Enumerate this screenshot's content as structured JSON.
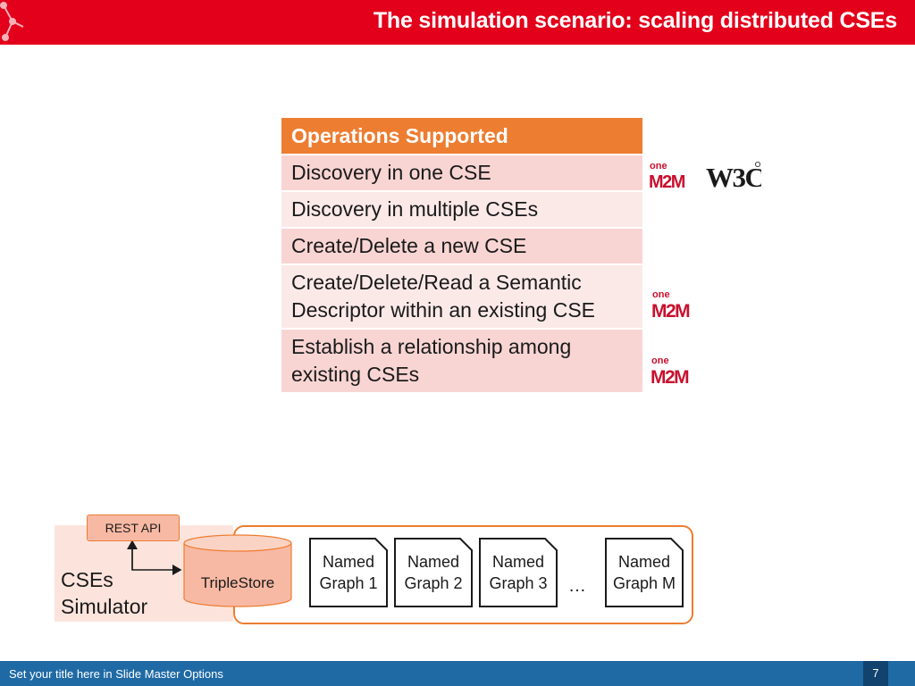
{
  "header": {
    "title": "The simulation scenario: scaling distributed CSEs"
  },
  "table": {
    "header": "Operations Supported",
    "rows": [
      {
        "line1": "Discovery in one CSE",
        "line2": "",
        "logos": [
          "onem2m-logo",
          "w3c-logo"
        ]
      },
      {
        "line1": "Discovery in multiple CSEs",
        "line2": "",
        "logos": []
      },
      {
        "line1": "Create/Delete a new CSE",
        "line2": "",
        "logos": []
      },
      {
        "line1": "Create/Delete/Read a Semantic",
        "line2": "Descriptor within an existing CSE",
        "logos": [
          "onem2m-logo"
        ]
      },
      {
        "line1": "Establish a relationship among",
        "line2": "existing CSEs",
        "logos": [
          "onem2m-logo"
        ]
      }
    ]
  },
  "logos": {
    "onem2m_top": "one",
    "onem2m_bottom": "M2M",
    "w3c": "W3C"
  },
  "diagram": {
    "rest_api": "REST API",
    "simulator_line1": "CSEs",
    "simulator_line2": "Simulator",
    "triplestore": "TripleStore",
    "graphs": [
      {
        "line1": "Named",
        "line2": "Graph 1"
      },
      {
        "line1": "Named",
        "line2": "Graph 2"
      },
      {
        "line1": "Named",
        "line2": "Graph 3"
      },
      {
        "line1": "Named",
        "line2": "Graph M"
      }
    ],
    "ellipsis": "…"
  },
  "footer": {
    "text": "Set your title here in Slide Master Options",
    "page": "7"
  },
  "colors": {
    "header_red": "#e3001b",
    "table_header": "#ed7d31",
    "row_odd": "#f8d5d3",
    "row_even": "#fbe9e8",
    "footer_blue": "#1f6aa5",
    "page_box": "#12426e"
  }
}
